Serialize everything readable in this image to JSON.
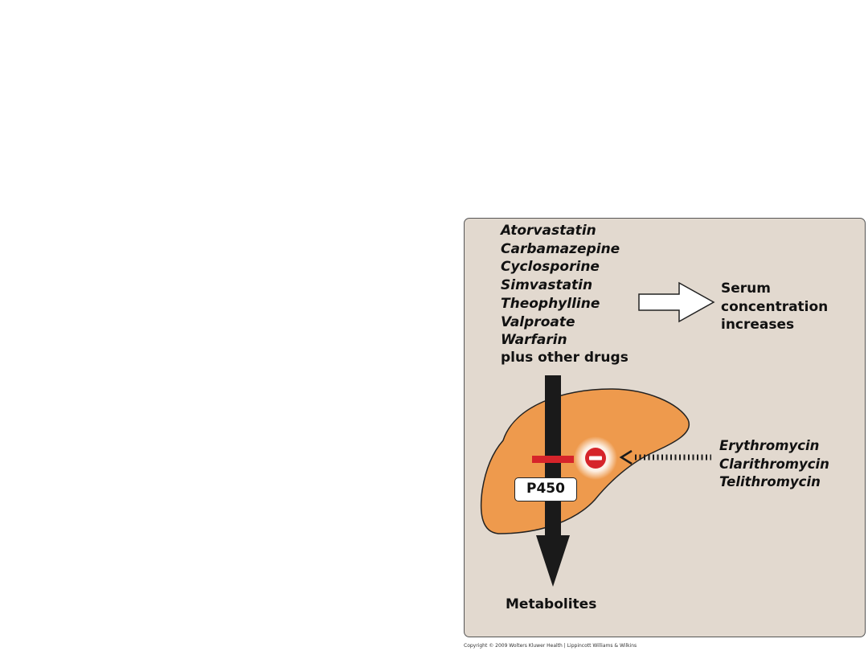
{
  "substrates": [
    "Atorvastatin",
    "Carbamazepine",
    "Cyclosporine",
    "Simvastatin",
    "Theophylline",
    "Valproate",
    "Warfarin"
  ],
  "substrates_extra": "plus other drugs",
  "effect": [
    "Serum",
    "concentration",
    "increases"
  ],
  "inhibitors": [
    "Erythromycin",
    "Clarithromycin",
    "Telithromycin"
  ],
  "enzyme_label": "P450",
  "product_label": "Metabolites",
  "copyright": "Copyright © 2009 Wolters Kluwer Health | Lippincott Williams & Wilkins",
  "colors": {
    "panel": "#e2d9cf",
    "liver": "#ee9a4d",
    "inhibition_bar": "#d6242a",
    "arrow": "#1a1a1a"
  }
}
